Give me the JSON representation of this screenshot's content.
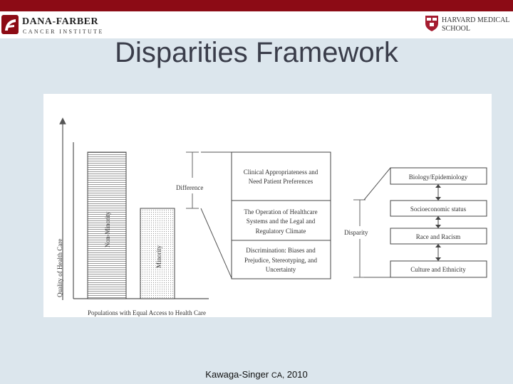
{
  "header": {
    "left_logo_line1": "DANA-FARBER",
    "left_logo_line2": "CANCER INSTITUTE",
    "right_logo_line1": "HARVARD MEDICAL",
    "right_logo_line2": "SCHOOL"
  },
  "slide": {
    "title": "Disparities Framework",
    "citation_author": "Kawaga-Singer",
    "citation_initials": "CA,",
    "citation_year": "2010"
  },
  "diagram": {
    "y_axis_label": "Quality of Health Care",
    "x_axis_label": "Populations with Equal Access to Health Care",
    "bar_nonminority": "Non-Minority",
    "bar_minority": "Minority",
    "difference_label": "Difference",
    "disparity_label": "Disparity",
    "boxes": [
      [
        "Clinical Appropriateness and",
        "Need Patient Preferences"
      ],
      [
        "The Operation of Healthcare",
        "Systems and the Legal and",
        "Regulatory Climate"
      ],
      [
        "Discrimination: Biases and",
        "Prejudice, Stereotyping, and",
        "Uncertainty"
      ]
    ],
    "factors": [
      "Biology/Epidemiology",
      "Socioeconomic status",
      "Race and Racism",
      "Culture and Ethnicity"
    ]
  },
  "colors": {
    "top_bar": "#8c0b15",
    "background": "#dce6ed",
    "title": "#3a3d4a"
  },
  "icons": [
    "dana-farber-logo-icon",
    "harvard-shield-icon"
  ]
}
